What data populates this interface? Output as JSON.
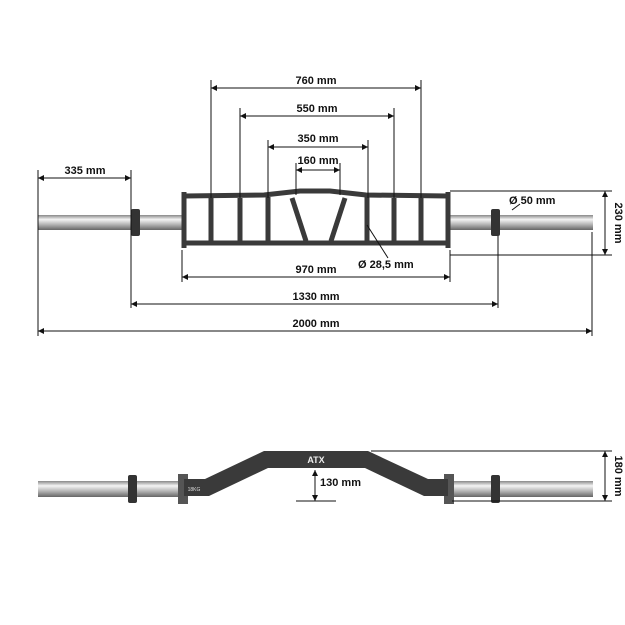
{
  "top_view": {
    "dimensions": {
      "grip_outer": "760 mm",
      "grip_mid": "550 mm",
      "grip_inner": "350 mm",
      "grip_center": "160 mm",
      "sleeve_length": "335 mm",
      "frame_length": "970 mm",
      "inner_collar_span": "1330 mm",
      "total_length": "2000 mm",
      "frame_width": "230 mm",
      "sleeve_diameter": "Ø 50 mm",
      "grip_diameter": "Ø 28,5 mm"
    }
  },
  "side_view": {
    "brand": "ATX",
    "weight_label": "18KG",
    "dimensions": {
      "total_height": "180 mm",
      "drop": "130 mm"
    }
  },
  "colors": {
    "bar": "#3a3a3a",
    "sleeve": "#c8c8c8",
    "line": "#111111"
  }
}
